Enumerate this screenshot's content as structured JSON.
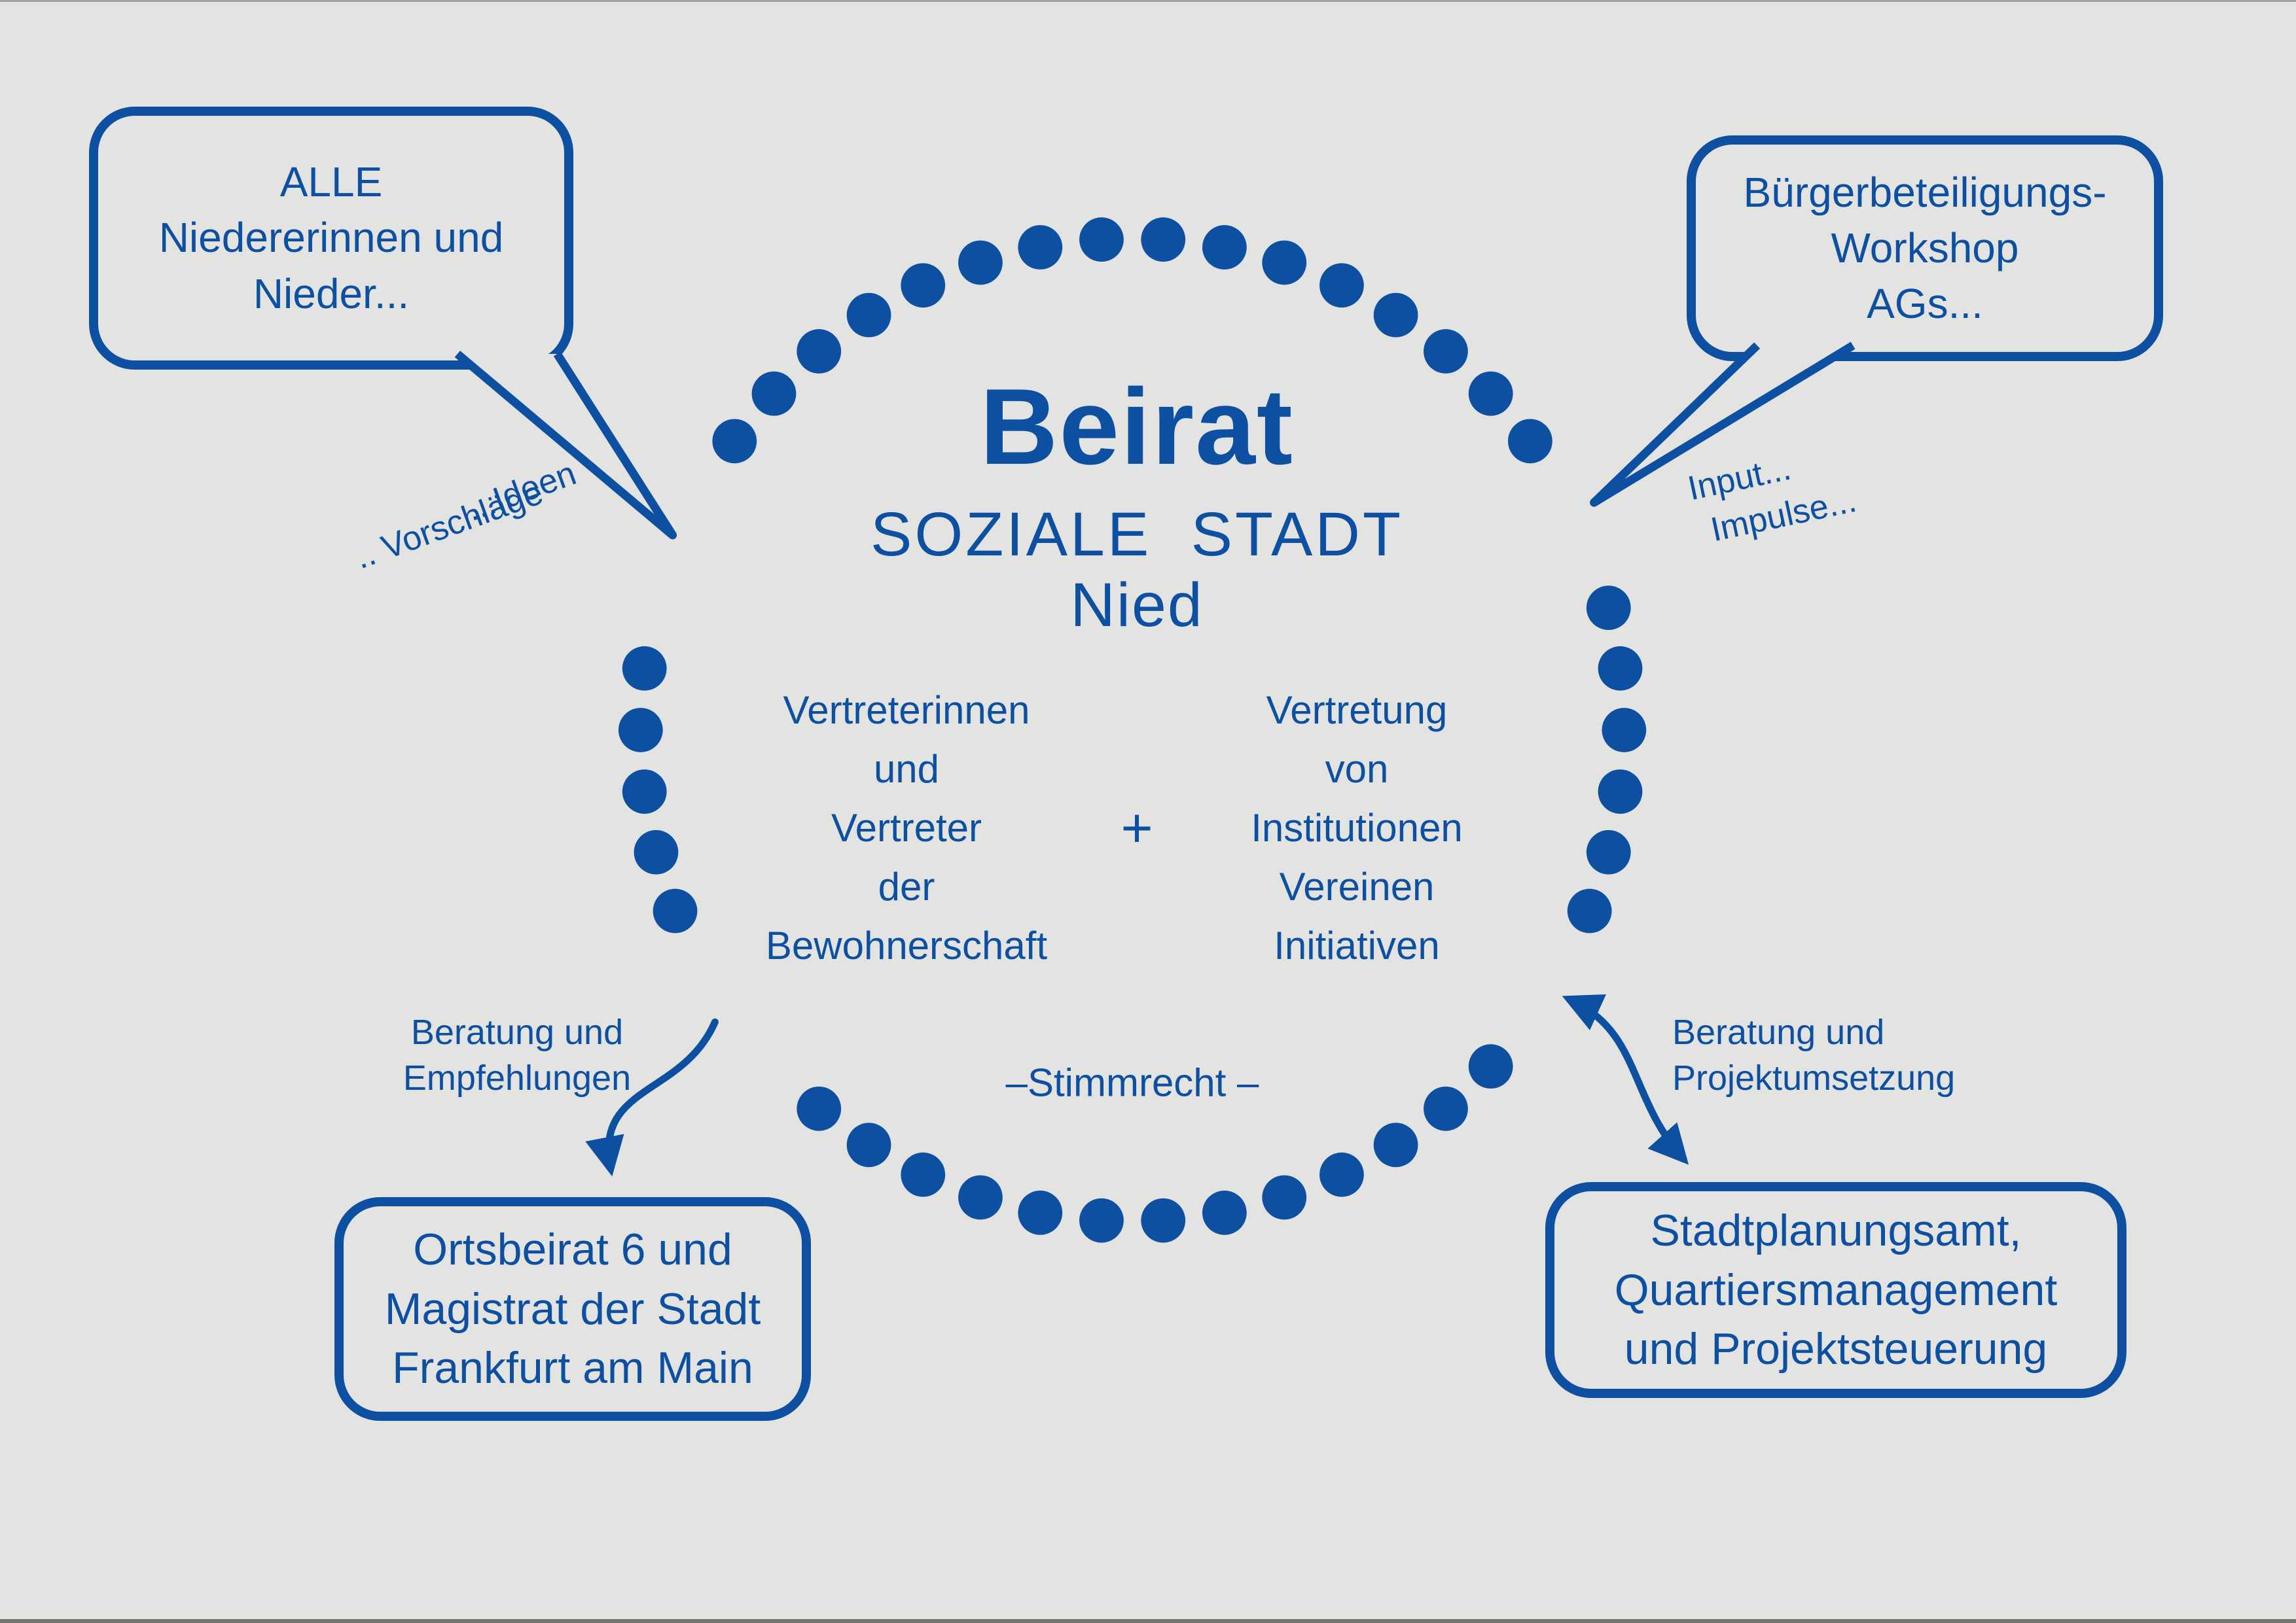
{
  "colors": {
    "blue": "#0d4fa1",
    "background": "#e3e3e2"
  },
  "center": {
    "title": "Beirat",
    "subtitle": "SOZIALE STADT",
    "place": "Nied",
    "left_column": {
      "lines": [
        "Vertreterinnen",
        "und",
        "Vertreter",
        "der",
        "Bewohnerschaft"
      ]
    },
    "plus": "+",
    "right_column": {
      "lines": [
        "Vertretung",
        "von",
        "Institutionen",
        "Vereinen",
        "Initiativen"
      ]
    },
    "voting_note": "–Stimmrecht –"
  },
  "speech_bubbles": {
    "residents": {
      "lines": [
        "ALLE",
        "Niedererinnen und",
        "Nieder..."
      ]
    },
    "workshops": {
      "lines": [
        "Bürgerbeteiligungs-",
        "Workshop",
        "AGs..."
      ]
    }
  },
  "boxes": {
    "ortsbeirat": {
      "lines": [
        "Ortsbeirat 6 und",
        "Magistrat der Stadt",
        "Frankfurt am Main"
      ]
    },
    "stadtplanungsamt": {
      "lines": [
        "Stadtplanungsamt,",
        "Quartiersmanagement",
        "und Projektsteuerung"
      ]
    }
  },
  "annotations": {
    "ideen": "...Ideen",
    "vorschlaege": ".. Vorschläge",
    "input": "Input...",
    "impulse": "Impulse...",
    "beratung_empfehlungen": {
      "lines": [
        "Beratung und",
        "Empfehlungen"
      ]
    },
    "beratung_projektumsetzung": {
      "lines": [
        "Beratung und",
        "Projektumsetzung"
      ]
    }
  }
}
